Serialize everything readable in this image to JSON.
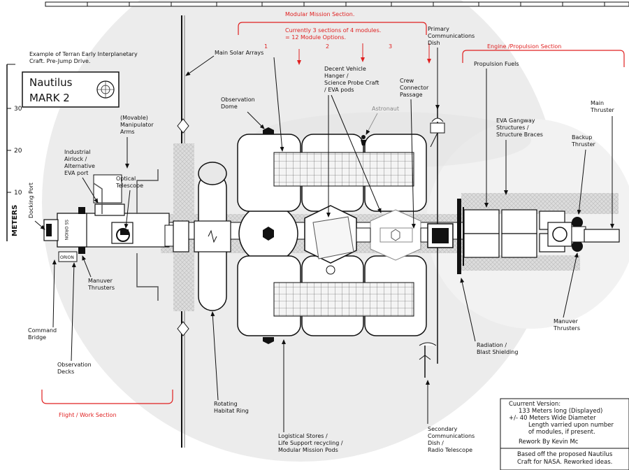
{
  "title": {
    "intro_lines": [
      "Example of Terran Early Interplanetary",
      "Craft.  Pre-Jump Drive."
    ],
    "name_lines": [
      "Nautilus",
      "MARK 2"
    ]
  },
  "scale_axis": {
    "label": "METERS",
    "ticks": [
      "30",
      "20",
      "10"
    ]
  },
  "sections": {
    "modular": "Modular Mission Section.",
    "modular_note_lines": [
      "Currently 3 sections of 4 modules.",
      "= 12 Module Options."
    ],
    "module_numbers": [
      "1",
      "2",
      "3"
    ],
    "engine": "Engine /Propulsion Section",
    "flight": "Flight / Work Section"
  },
  "labels": {
    "primary_comms": [
      "Primary",
      "Communications",
      "Dish"
    ],
    "main_solar": [
      "Main Solar Arrays"
    ],
    "descent": [
      "Decent Vehicle",
      "Hanger  /",
      "Science Probe Craft",
      "/ EVA pods"
    ],
    "crew_connector": [
      "Crew",
      "Connector",
      "Passage"
    ],
    "propulsion_fuels": [
      "Propulsion Fuels"
    ],
    "observation_dome": [
      "Observation",
      "Dome"
    ],
    "astronaut": [
      "Astronaut"
    ],
    "manipulator": [
      "(Movable)",
      "Manipulator",
      "Arms"
    ],
    "industrial": [
      "Industrial",
      "Airlock /",
      "Alternative",
      "EVA port"
    ],
    "optical": [
      "Optical",
      "Telescope"
    ],
    "docking": [
      "Docking Port"
    ],
    "eva_gangway": [
      "EVA Gangway",
      "Structures /",
      "Structure Braces"
    ],
    "main_thruster": [
      "Main",
      "Thruster"
    ],
    "backup_thruster": [
      "Backup",
      "Thruster"
    ],
    "manuver_left": [
      "Manuver",
      "Thrusters"
    ],
    "manuver_right": [
      "Manuver",
      "Thrusters"
    ],
    "command_bridge": [
      "Command",
      "Bridge"
    ],
    "observation_decks": [
      "Observation",
      "Decks"
    ],
    "rotating_ring": [
      "Rotating",
      "Habitat Ring"
    ],
    "logistical": [
      "Logistical Stores /",
      "Life Support recycling /",
      "Modular Mission Pods"
    ],
    "secondary_comms": [
      "Secondary",
      "Communications",
      "Dish /",
      "Radio Telescope"
    ],
    "radiation": [
      "Radiation /",
      "Blast Shielding"
    ]
  },
  "hull_markings": {
    "vertical": "SS ORION",
    "bottom": "ORION"
  },
  "info_box": {
    "lines": [
      "Cuurrent Version:",
      "133 Meters long (Displayed)",
      "+/- 40 Meters Wide Diameter",
      "Length varried upon number",
      "of modules, if present.",
      "Rework By Kevin Mc",
      "Based off the proposed Nautilus",
      "Craft for NASA.  Reworked ideas."
    ]
  },
  "colors": {
    "accent_red": "#e02020",
    "ink": "#111111",
    "hull_fill": "#ffffff",
    "planet": "#ebebeb",
    "truss": "#d8d8d8"
  }
}
